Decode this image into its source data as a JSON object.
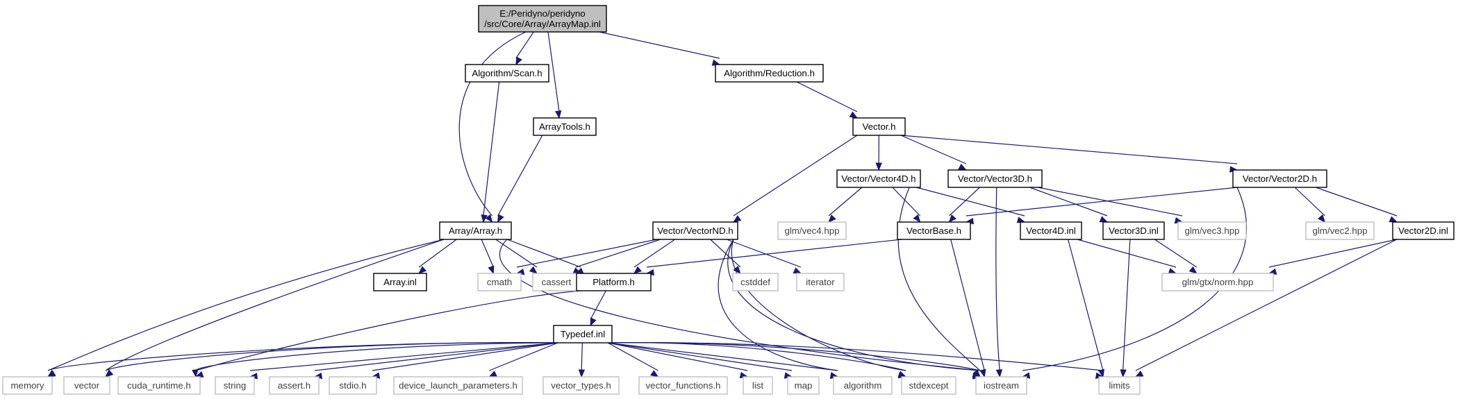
{
  "diagram": {
    "nodes": [
      {
        "id": "root",
        "kind": "root",
        "lines": [
          "E:/Peridyno/peridyno",
          "/src/Core/Array/ArrayMap.inl"
        ]
      },
      {
        "id": "scan",
        "kind": "doc",
        "lines": [
          "Algorithm/Scan.h"
        ]
      },
      {
        "id": "reduction",
        "kind": "doc",
        "lines": [
          "Algorithm/Reduction.h"
        ]
      },
      {
        "id": "arraytools",
        "kind": "doc",
        "lines": [
          "ArrayTools.h"
        ]
      },
      {
        "id": "vector",
        "kind": "doc",
        "lines": [
          "Vector.h"
        ]
      },
      {
        "id": "vector4d",
        "kind": "doc",
        "lines": [
          "Vector/Vector4D.h"
        ]
      },
      {
        "id": "vector3d",
        "kind": "doc",
        "lines": [
          "Vector/Vector3D.h"
        ]
      },
      {
        "id": "vector2d",
        "kind": "doc",
        "lines": [
          "Vector/Vector2D.h"
        ]
      },
      {
        "id": "arrayh",
        "kind": "doc",
        "lines": [
          "Array/Array.h"
        ]
      },
      {
        "id": "vectornd",
        "kind": "doc",
        "lines": [
          "Vector/VectorND.h"
        ]
      },
      {
        "id": "vec4hpp",
        "kind": "ext",
        "lines": [
          "glm/vec4.hpp"
        ]
      },
      {
        "id": "vectorbase",
        "kind": "doc",
        "lines": [
          "VectorBase.h"
        ]
      },
      {
        "id": "vector4dinl",
        "kind": "doc",
        "lines": [
          "Vector4D.inl"
        ]
      },
      {
        "id": "vector3dinl",
        "kind": "doc",
        "lines": [
          "Vector3D.inl"
        ]
      },
      {
        "id": "vec3hpp",
        "kind": "ext",
        "lines": [
          "glm/vec3.hpp"
        ]
      },
      {
        "id": "vec2hpp",
        "kind": "ext",
        "lines": [
          "glm/vec2.hpp"
        ]
      },
      {
        "id": "vector2dinl",
        "kind": "doc",
        "lines": [
          "Vector2D.inl"
        ]
      },
      {
        "id": "arrayinl",
        "kind": "doc",
        "lines": [
          "Array.inl"
        ]
      },
      {
        "id": "cmath",
        "kind": "ext",
        "lines": [
          "cmath"
        ]
      },
      {
        "id": "cassert",
        "kind": "ext",
        "lines": [
          "cassert"
        ]
      },
      {
        "id": "platform",
        "kind": "doc",
        "lines": [
          "Platform.h"
        ]
      },
      {
        "id": "cstddef",
        "kind": "ext",
        "lines": [
          "cstddef"
        ]
      },
      {
        "id": "iterator",
        "kind": "ext",
        "lines": [
          "iterator"
        ]
      },
      {
        "id": "norm",
        "kind": "ext",
        "lines": [
          "glm/gtx/norm.hpp"
        ]
      },
      {
        "id": "typedef",
        "kind": "doc",
        "lines": [
          "Typedef.inl"
        ]
      },
      {
        "id": "memory",
        "kind": "ext",
        "lines": [
          "memory"
        ]
      },
      {
        "id": "stdvector",
        "kind": "ext",
        "lines": [
          "vector"
        ]
      },
      {
        "id": "cudaruntime",
        "kind": "ext",
        "lines": [
          "cuda_runtime.h"
        ]
      },
      {
        "id": "string",
        "kind": "ext",
        "lines": [
          "string"
        ]
      },
      {
        "id": "asserth",
        "kind": "ext",
        "lines": [
          "assert.h"
        ]
      },
      {
        "id": "stdioh",
        "kind": "ext",
        "lines": [
          "stdio.h"
        ]
      },
      {
        "id": "devlaunch",
        "kind": "ext",
        "lines": [
          "device_launch_parameters.h"
        ]
      },
      {
        "id": "vectortypes",
        "kind": "ext",
        "lines": [
          "vector_types.h"
        ]
      },
      {
        "id": "vectorfunctions",
        "kind": "ext",
        "lines": [
          "vector_functions.h"
        ]
      },
      {
        "id": "list",
        "kind": "ext",
        "lines": [
          "list"
        ]
      },
      {
        "id": "map",
        "kind": "ext",
        "lines": [
          "map"
        ]
      },
      {
        "id": "algorithm",
        "kind": "ext",
        "lines": [
          "algorithm"
        ]
      },
      {
        "id": "stdexcept",
        "kind": "ext",
        "lines": [
          "stdexcept"
        ]
      },
      {
        "id": "iostream",
        "kind": "ext",
        "lines": [
          "iostream"
        ]
      },
      {
        "id": "limits",
        "kind": "ext",
        "lines": [
          "limits"
        ]
      }
    ],
    "edges": [
      [
        "root",
        "scan"
      ],
      [
        "root",
        "reduction"
      ],
      [
        "root",
        "arraytools"
      ],
      [
        "root",
        "arrayh"
      ],
      [
        "scan",
        "arrayh"
      ],
      [
        "arraytools",
        "arrayh"
      ],
      [
        "reduction",
        "vector"
      ],
      [
        "vector",
        "vector4d"
      ],
      [
        "vector",
        "vector3d"
      ],
      [
        "vector",
        "vector2d"
      ],
      [
        "vector",
        "vectornd"
      ],
      [
        "vector4d",
        "vec4hpp"
      ],
      [
        "vector4d",
        "vectorbase"
      ],
      [
        "vector4d",
        "vector4dinl"
      ],
      [
        "vector4d",
        "iostream"
      ],
      [
        "vector3d",
        "vectorbase"
      ],
      [
        "vector3d",
        "vector3dinl"
      ],
      [
        "vector3d",
        "vec3hpp"
      ],
      [
        "vector3d",
        "iostream"
      ],
      [
        "vector2d",
        "vectorbase"
      ],
      [
        "vector2d",
        "vec2hpp"
      ],
      [
        "vector2d",
        "vector2dinl"
      ],
      [
        "vector2d",
        "iostream"
      ],
      [
        "vectorbase",
        "platform"
      ],
      [
        "vectorbase",
        "iostream"
      ],
      [
        "vector4dinl",
        "norm"
      ],
      [
        "vector4dinl",
        "limits"
      ],
      [
        "vector3dinl",
        "norm"
      ],
      [
        "vector3dinl",
        "limits"
      ],
      [
        "vector2dinl",
        "norm"
      ],
      [
        "vector2dinl",
        "limits"
      ],
      [
        "arrayh",
        "arrayinl"
      ],
      [
        "arrayh",
        "cmath"
      ],
      [
        "arrayh",
        "cassert"
      ],
      [
        "arrayh",
        "platform"
      ],
      [
        "arrayh",
        "memory"
      ],
      [
        "arrayh",
        "stdvector"
      ],
      [
        "arrayh",
        "iostream"
      ],
      [
        "vectornd",
        "cmath"
      ],
      [
        "vectornd",
        "cassert"
      ],
      [
        "vectornd",
        "platform"
      ],
      [
        "vectornd",
        "cstddef"
      ],
      [
        "vectornd",
        "iterator"
      ],
      [
        "vectornd",
        "algorithm"
      ],
      [
        "vectornd",
        "stdexcept"
      ],
      [
        "vectornd",
        "iostream"
      ],
      [
        "platform",
        "typedef"
      ],
      [
        "platform",
        "cudaruntime"
      ],
      [
        "typedef",
        "memory"
      ],
      [
        "typedef",
        "stdvector"
      ],
      [
        "typedef",
        "cudaruntime"
      ],
      [
        "typedef",
        "string"
      ],
      [
        "typedef",
        "asserth"
      ],
      [
        "typedef",
        "stdioh"
      ],
      [
        "typedef",
        "devlaunch"
      ],
      [
        "typedef",
        "vectortypes"
      ],
      [
        "typedef",
        "vectorfunctions"
      ],
      [
        "typedef",
        "list"
      ],
      [
        "typedef",
        "map"
      ],
      [
        "typedef",
        "algorithm"
      ],
      [
        "typedef",
        "stdexcept"
      ],
      [
        "typedef",
        "iostream"
      ],
      [
        "typedef",
        "limits"
      ]
    ]
  }
}
